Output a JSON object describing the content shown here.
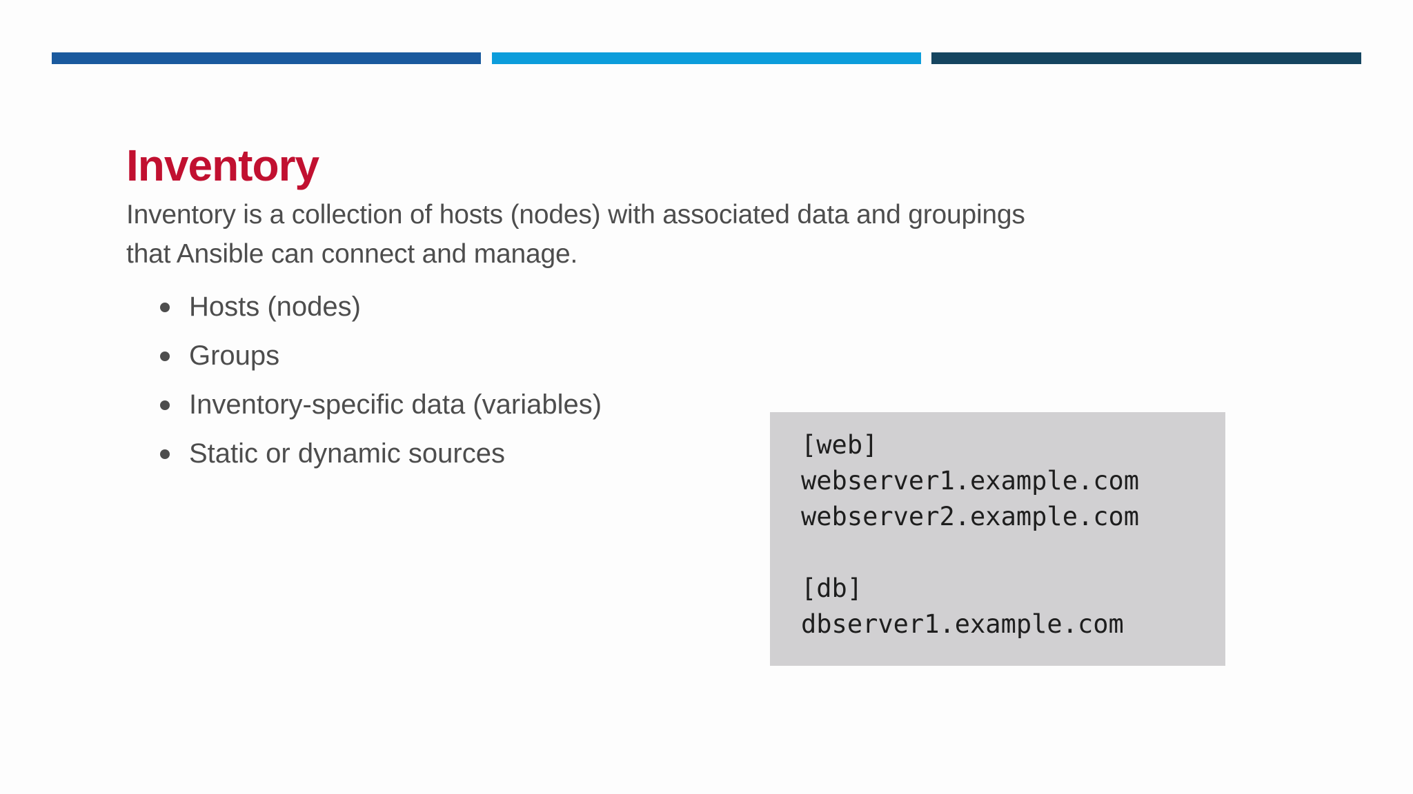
{
  "slide": {
    "title": "Inventory",
    "body": {
      "lines": [
        "Inventory is a collection of hosts (nodes) with associated data and groupings",
        "that Ansible can connect and manage."
      ]
    },
    "bullets": [
      "Hosts (nodes)",
      "Groups",
      "Inventory-specific data (variables)",
      "Static or dynamic sources"
    ],
    "code_sample": {
      "text": "[web]\nwebserver1.example.com\nwebserver2.example.com\n\n[db]\ndbserver1.example.com"
    },
    "colors": {
      "slide_bg": "#fdfdfd",
      "bar1": "#1a5a9e",
      "bar2": "#0c9ddb",
      "bar3": "#154560",
      "title_color": "#c11030",
      "body_text": "#4d4d4d",
      "code_bg": "#d1d0d2",
      "code_text": "#1e1e1e"
    }
  }
}
